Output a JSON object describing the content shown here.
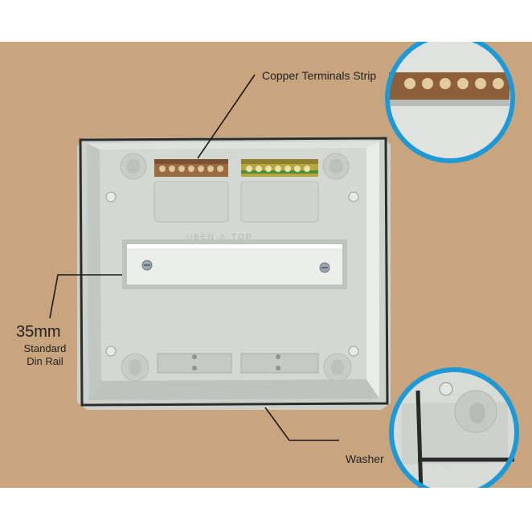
{
  "callouts": {
    "copper_terminals": "Copper Terminals Strip",
    "din_rail_size": "35mm",
    "din_rail_line1": "Standard",
    "din_rail_line2": "Din Rail",
    "washer": "Washer"
  },
  "embossed_text": "UBEN ⚠ TOP",
  "colors": {
    "background": "#c8a57e",
    "enclosure": "#d9ddd8",
    "zoom_ring": "#1d9ad6",
    "terminal_copper": "#a8774a",
    "terminal_yellow_green": "#c9c23a",
    "din_rail": "#e9ecea",
    "leader_line": "#1a1a1a"
  }
}
